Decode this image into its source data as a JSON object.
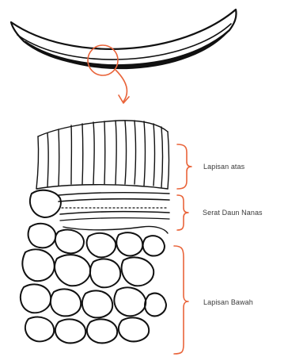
{
  "diagram": {
    "labels": {
      "upper_layer": "Lapisan atas",
      "middle_layer": "Serat Daun Nanas",
      "lower_layer": "Lapisan Bawah"
    },
    "colors": {
      "line": "#111111",
      "accent": "#e9643a"
    }
  }
}
